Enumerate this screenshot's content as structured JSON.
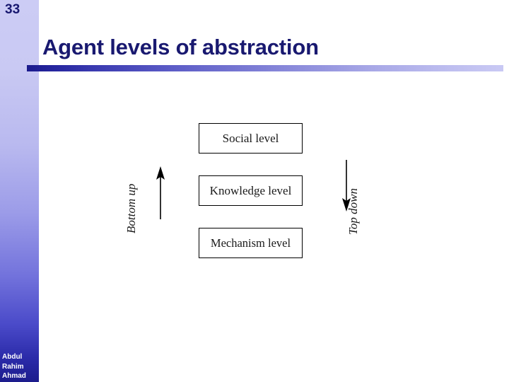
{
  "slide": {
    "number": "33",
    "title": "Agent levels of abstraction",
    "footer": {
      "line1": "Abdul",
      "line2": "Rahim",
      "line3": "Ahmad"
    },
    "colors": {
      "title_text": "#191970",
      "sidebar_top": "#ccccf5",
      "sidebar_bottom": "#1c1c8c",
      "rule_start": "#1a1a8c",
      "rule_end": "#c9c9f4",
      "box_border": "#000000",
      "box_fill": "#ffffff",
      "arrow": "#000000",
      "footer_text": "#ffffff"
    }
  },
  "diagram": {
    "type": "layered-abstraction-stack",
    "levels": [
      {
        "id": "social",
        "label": "Social level"
      },
      {
        "id": "knowledge",
        "label": "Knowledge level"
      },
      {
        "id": "mechanism",
        "label": "Mechanism level"
      }
    ],
    "annotations": [
      {
        "id": "bottom-up",
        "label": "Bottom up",
        "direction": "up",
        "side": "left"
      },
      {
        "id": "top-down",
        "label": "Top down",
        "direction": "down",
        "side": "right"
      }
    ]
  }
}
